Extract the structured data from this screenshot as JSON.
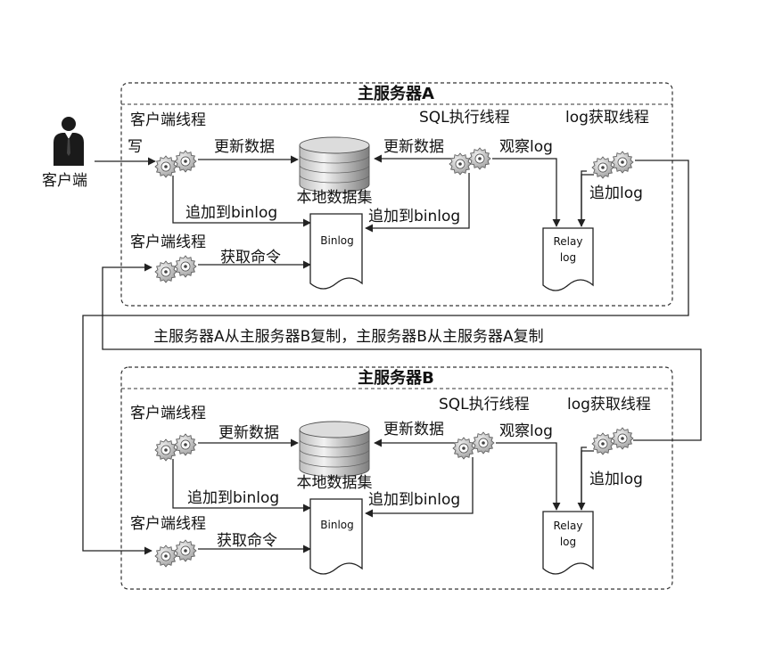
{
  "client": {
    "label": "客户端"
  },
  "write_label": "写",
  "servers": [
    {
      "title": "主服务器A",
      "client_thread_1": "客户端线程",
      "client_thread_2": "客户端线程",
      "sql_thread": "SQL执行线程",
      "log_fetch_thread": "log获取线程",
      "update_data_1": "更新数据",
      "update_data_2": "更新数据",
      "observe_log": "观察log",
      "local_dataset": "本地数据集",
      "append_binlog_1": "追加到binlog",
      "append_binlog_2": "追加到binlog",
      "append_log": "追加log",
      "binlog": "Binlog",
      "relay_log_line1": "Relay",
      "relay_log_line2": "log",
      "fetch_command": "获取命令"
    },
    {
      "title": "主服务器B",
      "client_thread_1": "客户端线程",
      "client_thread_2": "客户端线程",
      "sql_thread": "SQL执行线程",
      "log_fetch_thread": "log获取线程",
      "update_data_1": "更新数据",
      "update_data_2": "更新数据",
      "observe_log": "观察log",
      "local_dataset": "本地数据集",
      "append_binlog_1": "追加到binlog",
      "append_binlog_2": "追加到binlog",
      "append_log": "追加log",
      "binlog": "Binlog",
      "relay_log_line1": "Relay",
      "relay_log_line2": "log",
      "fetch_command": "获取命令"
    }
  ],
  "replication_note": "主服务器A从主服务器B复制，主服务器B从主服务器A复制",
  "colors": {
    "line": "#222222",
    "gear": "#7a7a7a",
    "db_light": "#e6e6e6",
    "db_dark": "#8c8c8c"
  }
}
